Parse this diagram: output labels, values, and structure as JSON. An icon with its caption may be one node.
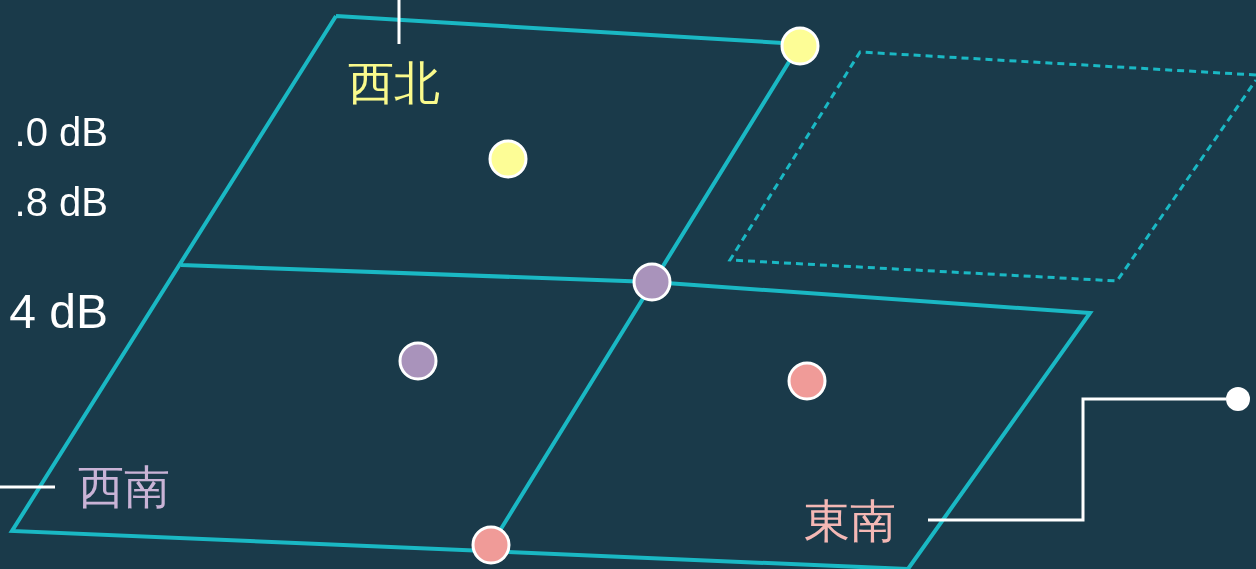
{
  "diagram": {
    "nodes": [
      {
        "text": [
          "西北"
        ]
      },
      {
        "text": [
          "西南"
        ]
      },
      {
        "text": [
          "東南"
        ]
      },
      {
        "text": [],
        "shape": "circle"
      }
    ],
    "edges": [
      {
        "from": 0,
        "to": null,
        "arrow": "none"
      },
      {
        "from": 1,
        "to": null,
        "arrow": "none"
      },
      {
        "from": 2,
        "to": 3,
        "arrow": "none"
      }
    ],
    "labels": [
      ".0 dB",
      ".8 dB",
      "4 dB"
    ]
  }
}
